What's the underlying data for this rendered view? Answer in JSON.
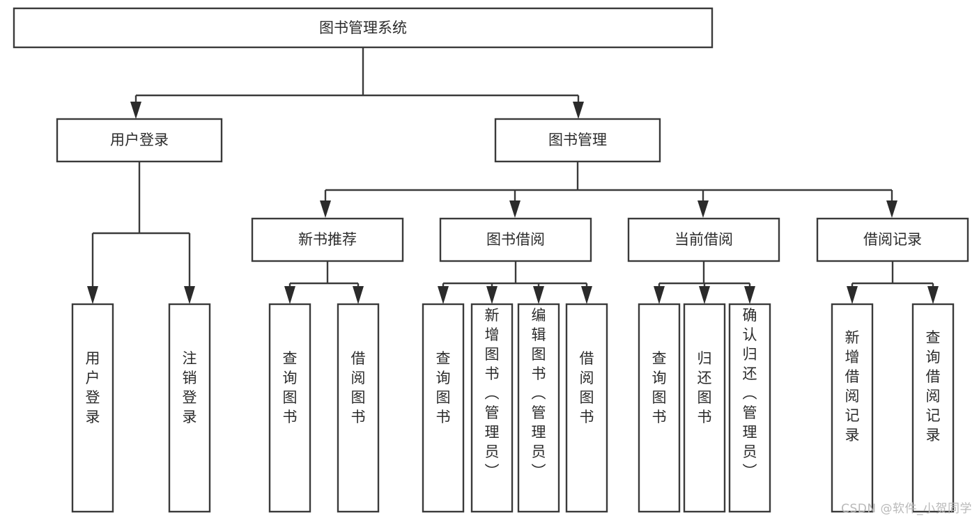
{
  "diagram": {
    "type": "tree-hierarchy-flowchart",
    "title": "图书管理系统",
    "root": {
      "id": "root",
      "label": "图书管理系统",
      "orientation": "horizontal"
    },
    "level2": [
      {
        "id": "user-login",
        "label": "用户登录",
        "orientation": "horizontal"
      },
      {
        "id": "book-manage",
        "label": "图书管理",
        "orientation": "horizontal"
      }
    ],
    "level3": [
      {
        "id": "new-book-recommend",
        "label": "新书推荐",
        "orientation": "horizontal",
        "parent": "book-manage"
      },
      {
        "id": "book-borrow",
        "label": "图书借阅",
        "orientation": "horizontal",
        "parent": "book-manage"
      },
      {
        "id": "current-borrow",
        "label": "当前借阅",
        "orientation": "horizontal",
        "parent": "book-manage"
      },
      {
        "id": "borrow-record",
        "label": "借阅记录",
        "orientation": "horizontal",
        "parent": "book-manage"
      }
    ],
    "leaves": [
      {
        "id": "leaf-user-login",
        "label": "用户登录",
        "orientation": "vertical",
        "parent": "user-login"
      },
      {
        "id": "leaf-user-logout",
        "label": "注销登录",
        "orientation": "vertical",
        "parent": "user-login"
      },
      {
        "id": "leaf-query-book-1",
        "label": "查询图书",
        "orientation": "vertical",
        "parent": "new-book-recommend"
      },
      {
        "id": "leaf-borrow-book-1",
        "label": "借阅图书",
        "orientation": "vertical",
        "parent": "new-book-recommend"
      },
      {
        "id": "leaf-query-book-2",
        "label": "查询图书",
        "orientation": "vertical",
        "parent": "book-borrow"
      },
      {
        "id": "leaf-add-book",
        "label": "新增图书（管理员）",
        "orientation": "vertical",
        "parent": "book-borrow"
      },
      {
        "id": "leaf-edit-book",
        "label": "编辑图书（管理员）",
        "orientation": "vertical",
        "parent": "book-borrow"
      },
      {
        "id": "leaf-borrow-book-2",
        "label": "借阅图书",
        "orientation": "vertical",
        "parent": "book-borrow"
      },
      {
        "id": "leaf-query-book-3",
        "label": "查询图书",
        "orientation": "vertical",
        "parent": "current-borrow"
      },
      {
        "id": "leaf-return-book",
        "label": "归还图书",
        "orientation": "vertical",
        "parent": "current-borrow"
      },
      {
        "id": "leaf-confirm-return",
        "label": "确认归还（管理员）",
        "orientation": "vertical",
        "parent": "current-borrow"
      },
      {
        "id": "leaf-add-record",
        "label": "新增借阅记录",
        "orientation": "vertical",
        "parent": "borrow-record"
      },
      {
        "id": "leaf-query-record",
        "label": "查询借阅记录",
        "orientation": "vertical",
        "parent": "borrow-record"
      }
    ],
    "colors": {
      "box_stroke": "#3a3a3a",
      "box_fill": "#ffffff",
      "text": "#2b2b2b",
      "connector": "#3a3a3a",
      "background": "#ffffff",
      "watermark": "#b9b9b9"
    }
  },
  "watermark": {
    "text": "CSDN @软件_小贺同学"
  }
}
